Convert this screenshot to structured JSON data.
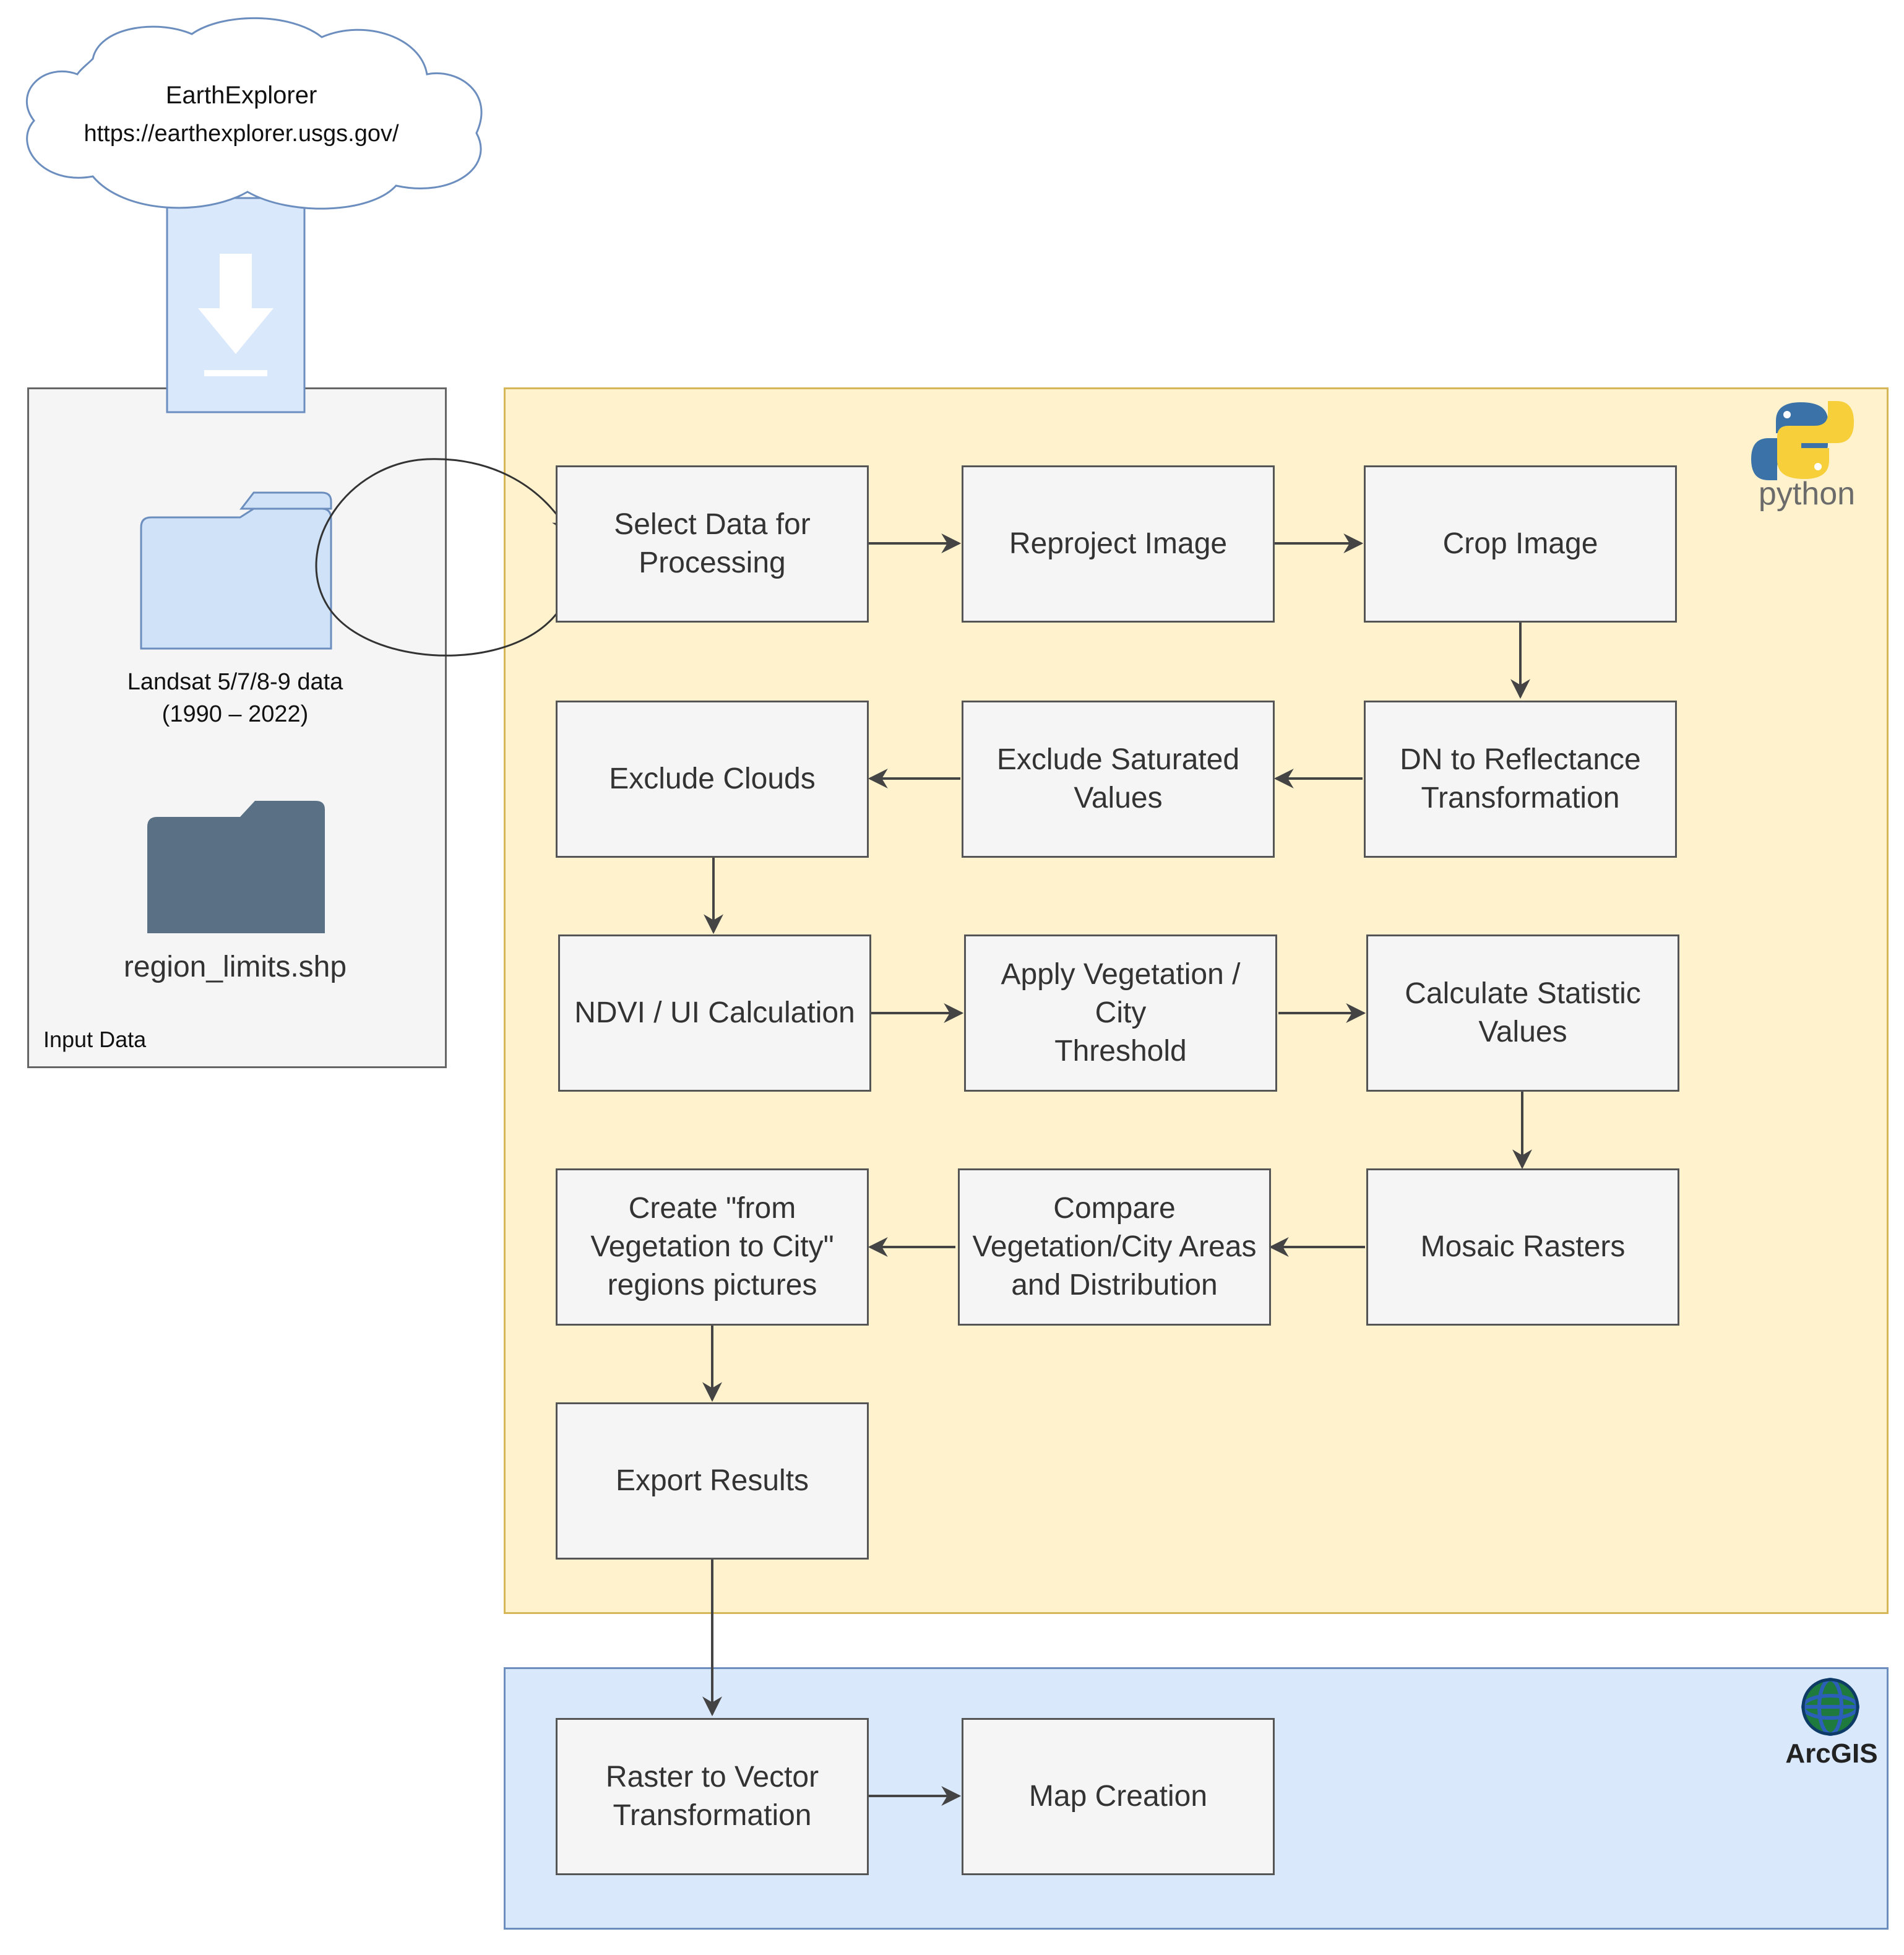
{
  "source": {
    "name": "EarthExplorer",
    "url": "https://earthexplorer.usgs.gov/"
  },
  "input_panel": {
    "title": "Input Data",
    "landsat_label": "Landsat 5/7/8-9 data\n(1990 – 2022)",
    "shapefile_label": "region_limits.shp"
  },
  "python_panel": {
    "logo_text": "python",
    "steps": {
      "select_data": "Select Data for\nProcessing",
      "reproject": "Reproject Image",
      "crop": "Crop Image",
      "dn_reflectance": "DN to Reflectance\nTransformation",
      "exclude_saturated": "Exclude Saturated\nValues",
      "exclude_clouds": "Exclude Clouds",
      "ndvi_ui": "NDVI / UI Calculation",
      "apply_threshold": "Apply Vegetation /\nCity\nThreshold",
      "calc_statistics": "Calculate Statistic\nValues",
      "mosaic": "Mosaic Rasters",
      "compare": "Compare\nVegetation/City Areas\nand Distribution",
      "create_pictures": "Create \"from\nVegetation to City\"\nregions pictures",
      "export": "Export Results"
    }
  },
  "arcgis_panel": {
    "logo_text": "ArcGIS",
    "steps": {
      "raster_to_vector": "Raster to Vector\nTransformation",
      "map_creation": "Map Creation"
    }
  },
  "colors": {
    "python_fill": "#fff2cc",
    "python_border": "#d6b656",
    "arcgis_fill": "#dae8fc",
    "arcgis_border": "#6c8ebf",
    "input_fill": "#f5f5f5",
    "box_fill": "#f5f5f5",
    "arrow": "#444444",
    "folder_light": "#cfe2f7",
    "folder_dark": "#5a7185"
  },
  "icons": [
    "cloud-icon",
    "download-arrow-icon",
    "folder-open-icon",
    "folder-icon",
    "python-logo-icon",
    "arcgis-globe-icon"
  ]
}
